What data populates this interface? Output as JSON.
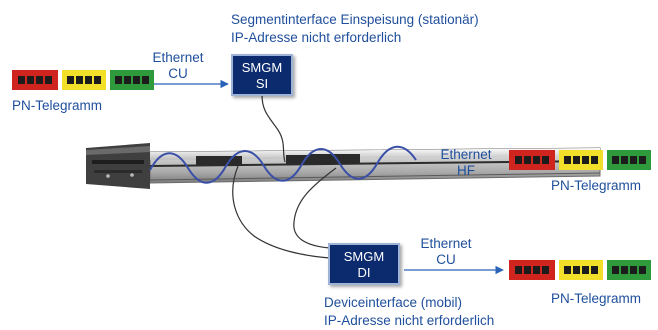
{
  "colors": {
    "text": "#1f4f9c",
    "box_fill": "#0c2b6e",
    "arrow": "#2a62b8",
    "packet_red": "#d0241f",
    "packet_yellow": "#f2df2a",
    "packet_green": "#2e9a3c",
    "rail": "#8a8a8a",
    "signal_wave": "#3a4fa8"
  },
  "top": {
    "title_line1": "Segmentinterface Einspeisung (stationär)",
    "title_line2": "IP-Adresse nicht erforderlich"
  },
  "left": {
    "ethernet_line1": "Ethernet",
    "ethernet_line2": "CU",
    "telegram_label": "PN-Telegramm"
  },
  "si_box": {
    "line1": "SMGM",
    "line2": "SI"
  },
  "right": {
    "ethernet_line1": "Ethernet",
    "ethernet_line2": "HF",
    "telegram_label": "PN-Telegramm"
  },
  "di_box": {
    "line1": "SMGM",
    "line2": "DI"
  },
  "bottom": {
    "ethernet_line1": "Ethernet",
    "ethernet_line2": "CU",
    "telegram_label": "PN-Telegramm",
    "caption_line1": "Deviceinterface (mobil)",
    "caption_line2": "IP-Adresse nicht erforderlich"
  },
  "icons": {
    "packet": "pn-telegram-packet-icon",
    "arrow": "right-arrow-icon",
    "rail": "slotted-rail-icon",
    "wave": "sine-wave-icon"
  }
}
